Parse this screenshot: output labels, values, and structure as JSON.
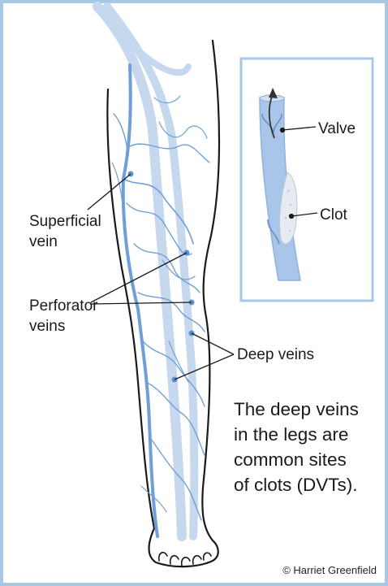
{
  "labels": {
    "superficial_vein": [
      "Superficial",
      "vein"
    ],
    "perforator_veins": [
      "Perforator",
      "veins"
    ],
    "deep_veins": "Deep veins",
    "valve": "Valve",
    "clot": "Clot"
  },
  "caption": [
    "The deep veins",
    "in the legs are",
    "common sites",
    "of clots (DVTs)."
  ],
  "credit": "© Harriet Greenfield",
  "colors": {
    "frame": "#a6c8e6",
    "vein": "#6f9fd6",
    "deep_vein": "#bcd2ec",
    "outline": "#1a1a1a"
  }
}
